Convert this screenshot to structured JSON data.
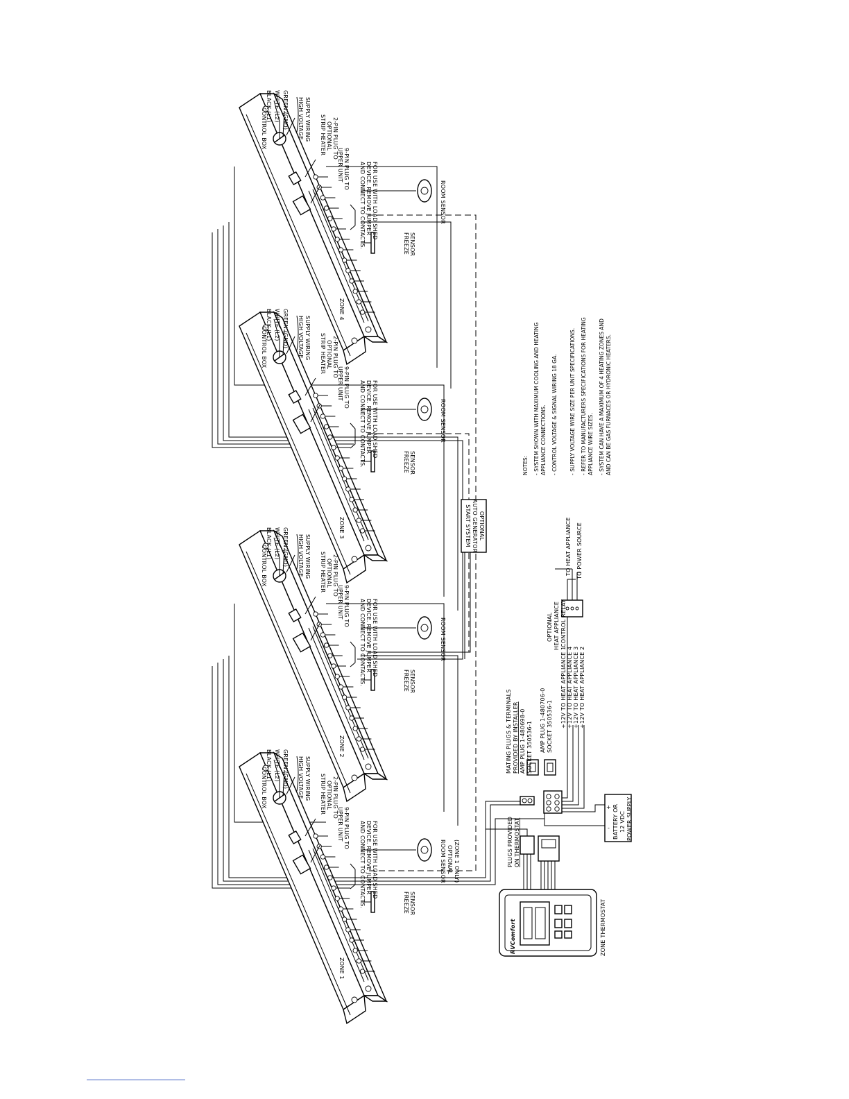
{
  "zones": [
    {
      "name": "ZONE 1",
      "control_box": "CONTROL BOX",
      "hv_black": "BLACK (L1)",
      "hv_white": "WHITE (L2)",
      "hv_green": "GREEN (GND)",
      "hv_label_1": "HIGH VOLTAGE",
      "hv_label_2": "SUPPLY WIRING",
      "strip_1": "2-PIN PLUG TO",
      "strip_2": "OPTIONAL",
      "strip_3": "STRIP HEATER",
      "upper_1": "9-PIN PLUG TO",
      "upper_2": "UPPER UNIT",
      "load_1": "FOR USE WITH LOAD SHED",
      "load_2": "DEVICE.  REMOVE JUMPER",
      "load_3": "AND CONNECT TO CONTACTS.",
      "freeze_1": "FREEZE",
      "freeze_2": "SENSOR",
      "room": "ROOM SENSOR",
      "room_opt_1": "OPTIONAL",
      "room_opt_2": "(ZONE 1 ONLY)"
    },
    {
      "name": "ZONE 2",
      "control_box": "CONTROL BOX",
      "hv_black": "BLACK (L1)",
      "hv_white": "WHITE (L2)",
      "hv_green": "GREEN (GND)",
      "hv_label_1": "HIGH VOLTAGE",
      "hv_label_2": "SUPPLY WIRING",
      "strip_1": "2-PIN PLUG TO",
      "strip_2": "OPTIONAL",
      "strip_3": "STRIP HEATER",
      "upper_1": "9-PIN PLUG TO",
      "upper_2": "UPPER UNIT",
      "load_1": "FOR USE WITH LOAD SHED",
      "load_2": "DEVICE.  REMOVE JUMPER",
      "load_3": "AND CONNECT TO CONTACTS.",
      "freeze_1": "FREEZE",
      "freeze_2": "SENSOR",
      "room": "ROOM SENSOR"
    },
    {
      "name": "ZONE 3",
      "control_box": "CONTROL BOX",
      "hv_black": "BLACK (L1)",
      "hv_white": "WHITE (L2)",
      "hv_green": "GREEN (GND)",
      "hv_label_1": "HIGH VOLTAGE",
      "hv_label_2": "SUPPLY WIRING",
      "strip_1": "2-PIN PLUG TO",
      "strip_2": "OPTIONAL",
      "strip_3": "STRIP HEATER",
      "upper_1": "9-PIN PLUG TO",
      "upper_2": "UPPER UNIT",
      "load_1": "FOR USE WITH LOAD SHED",
      "load_2": "DEVICE.  REMOVE JUMPER",
      "load_3": "AND CONNECT TO CONTACTS.",
      "freeze_1": "FREEZE",
      "freeze_2": "SENSOR",
      "room": "ROOM SENSOR"
    },
    {
      "name": "ZONE 4",
      "control_box": "CONTROL BOX",
      "hv_black": "BLACK (L1)",
      "hv_white": "WHITE (L2)",
      "hv_green": "GREEN (GND)",
      "hv_label_1": "HIGH VOLTAGE",
      "hv_label_2": "SUPPLY WIRING",
      "strip_1": "2-PIN PLUG TO",
      "strip_2": "OPTIONAL",
      "strip_3": "STRIP HEATER",
      "upper_1": "9-PIN PLUG TO",
      "upper_2": "UPPER UNIT",
      "load_1": "FOR USE WITH LOAD SHED",
      "load_2": "DEVICE.  REMOVE JUMPER",
      "load_3": "AND CONNECT TO CONTACTS.",
      "freeze_1": "FREEZE",
      "freeze_2": "SENSOR",
      "room": "ROOM SENSOR"
    }
  ],
  "auto_gen": [
    "OPTIONAL",
    "AUTO GENERATOR",
    "START SYSTEM"
  ],
  "notes": {
    "title": "NOTES:",
    "items": [
      [
        "- SYSTEM SHOWN WITH MAXIMUM COOLING AND HEATING",
        "  APPLIANCE CONNECTIONS."
      ],
      [
        "- CONTROL VOLTAGE & SIGNAL WIRING 18 GA."
      ],
      [
        "- SUPPLY VOLTAGE WIRE SIZE PER UNIT SPECIFICATIONS."
      ],
      [
        "- REFER TO MANUFACTURERS SPECIFICATIONS FOR HEATING",
        "  APPLIANCE WIRE SIZES."
      ],
      [
        "- SYSTEM CAN HAVE A MAXIMUM OF 4 HEATING ZONES AND",
        "  AND CAN BE GAS FURNACES OR HYDRONIC HEATERS."
      ]
    ]
  },
  "relay": {
    "label": [
      "OPTIONAL",
      "HEAT APPLIANCE",
      "CONTROL RELAY"
    ],
    "to_heat": "TO HEAT APPLIANCE",
    "to_power": "TO POWER SOURCE"
  },
  "mating": [
    "MATING PLUGS & TERMINALS",
    "PROVIDED BY INSTALLER",
    "AMP PLUG 1-480698-0",
    "SOCKET 350536-1"
  ],
  "amp2": [
    "AMP PLUG 1-480706-0",
    "SOCKET 350536-1"
  ],
  "heat_lines": [
    "+12V TO HEAT APPLIANCE 1",
    "+12V TO HEAT APPLIANCE 4",
    "+12V TO HEAT APPLIANCE 3",
    "+12V TO HEAT APPLIANCE 2"
  ],
  "plugs_provided": [
    "PLUGS PROVIDED",
    "ON THERMOSTAT"
  ],
  "battery": {
    "label": [
      "BATTERY OR",
      "12 VDC",
      "POWER SUPPLY"
    ],
    "plus": "+",
    "minus": "-"
  },
  "thermostat": {
    "label": "ZONE THERMOSTAT",
    "brand": "RVComfort"
  }
}
